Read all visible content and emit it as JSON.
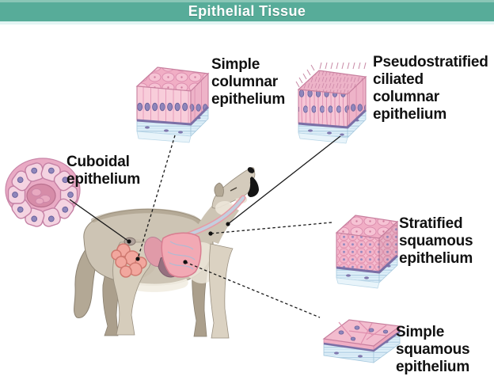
{
  "title_bar": {
    "title": "Epithelial Tissue"
  },
  "labels": {
    "simple_columnar": "Simple\ncolumnar\nepithelium",
    "pseudostratified": "Pseudostratified\nciliated\ncolumnar\nepithelium",
    "cuboidal": "Cuboidal\nepithelium",
    "stratified_squamous": "Stratified\nsquamous\nepithelium",
    "simple_squamous": "Simple\nsquamous\nepithelium"
  },
  "callouts": [
    {
      "label": "Cuboidal epithelium",
      "line_style": "solid"
    },
    {
      "label": "Simple columnar epithelium",
      "line_style": "dashed"
    },
    {
      "label": "Pseudostratified ciliated columnar epithelium",
      "line_style": "solid"
    },
    {
      "label": "Stratified squamous epithelium",
      "line_style": "dashed"
    },
    {
      "label": "Simple squamous epithelium",
      "line_style": "dashed"
    }
  ],
  "illustrations": [
    "wolf-figure",
    "cuboidal-ring-illustration",
    "simple-columnar-block-illustration",
    "pseudostratified-block-illustration",
    "stratified-squamous-block-illustration",
    "simple-squamous-slab-illustration"
  ],
  "colors": {
    "header_teal": "#57ac99",
    "header_text": "#ffffff",
    "tissue_pink": "#f2b3c9",
    "nucleus_purple": "#8f86bb",
    "basement_membrane_purple": "#7b6fa6",
    "connective_tissue_blue": "#ddeef8",
    "leader_line_black": "#1a1a1a",
    "wolf_fur_tan": "#cdc4b4"
  }
}
